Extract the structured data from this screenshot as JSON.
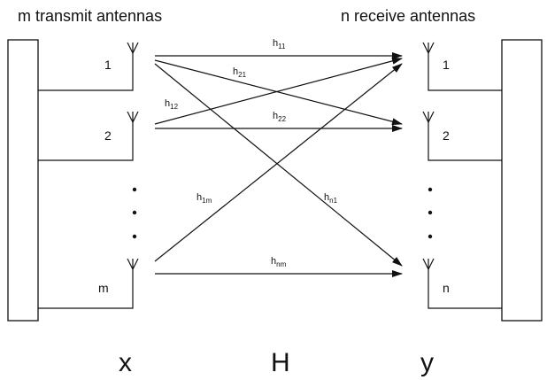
{
  "headers": {
    "transmit": "m transmit antennas",
    "receive": "n receive antennas"
  },
  "bottom_labels": {
    "x": "x",
    "H": "H",
    "y": "y"
  },
  "transmit_antennas": [
    "1",
    "2",
    "m"
  ],
  "receive_antennas": [
    "1",
    "2",
    "n"
  ],
  "channels": {
    "h11": {
      "base": "h",
      "sub": "11"
    },
    "h21": {
      "base": "h",
      "sub": "21"
    },
    "h12": {
      "base": "h",
      "sub": "12"
    },
    "h22": {
      "base": "h",
      "sub": "22"
    },
    "h1m": {
      "base": "h",
      "sub": "1m"
    },
    "hn1": {
      "base": "h",
      "sub": "n1"
    },
    "hnm": {
      "base": "h",
      "sub": "nm"
    }
  },
  "colors": {
    "line": "#111111",
    "background": "#ffffff"
  }
}
